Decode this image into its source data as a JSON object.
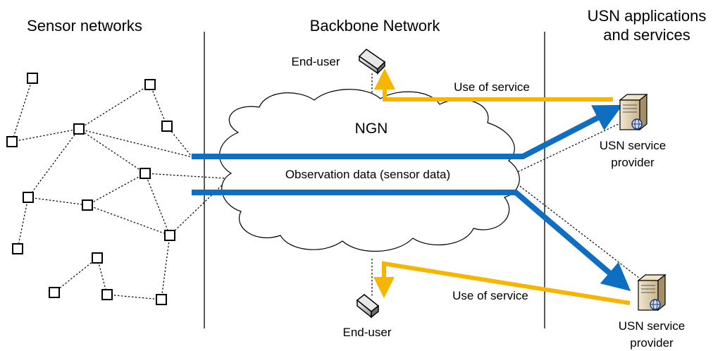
{
  "sections": {
    "sensor_networks": "Sensor networks",
    "backbone_network": "Backbone Network",
    "usn_applications_line1": "USN applications",
    "usn_applications_line2": "and services"
  },
  "cloud": {
    "label": "NGN",
    "observation_data": "Observation data (sensor data)"
  },
  "end_users": {
    "top": "End-user",
    "bottom": "End-user"
  },
  "flows": {
    "use_of_service_top": "Use of service",
    "use_of_service_bottom": "Use of service"
  },
  "providers": {
    "top_line1": "USN service",
    "top_line2": "provider",
    "bottom_line1": "USN service",
    "bottom_line2": "provider"
  },
  "colors": {
    "data_flow": "#0E6EC2",
    "service_flow": "#F7B500"
  },
  "icons": {
    "sensor_node": "sensor-node-icon",
    "end_user": "end-user-device-icon",
    "provider": "server-icon"
  }
}
